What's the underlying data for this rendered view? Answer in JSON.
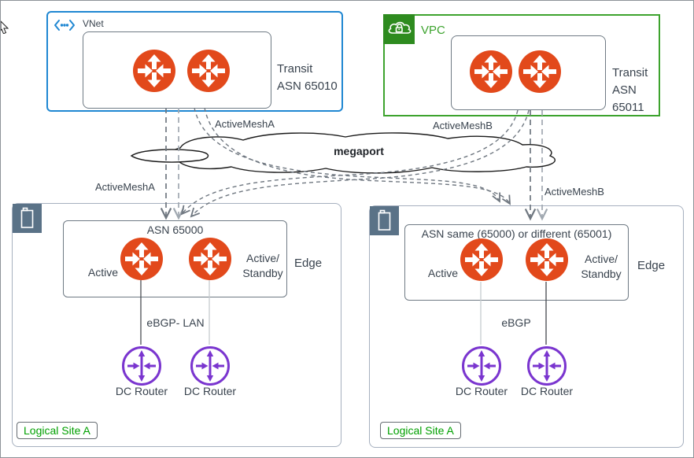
{
  "colors": {
    "text": "#39434E",
    "router_orange": "#E2491B",
    "dc_purple": "#7A35CF",
    "vnet_blue": "#1F87D2",
    "vpc_green_border": "#3DA32E",
    "vpc_green_bg": "#2E8B1F",
    "vpc_green_text": "#3DA32E",
    "site_badge_green": "#00A000",
    "building_bg": "#5A7287",
    "box_border_dark": "#6F7A84",
    "box_border_light": "#A6B0BF",
    "line_dark": "#6F7780",
    "line_light": "#A0A8B0"
  },
  "icons": {
    "vnet": "vnet-chevron-dots-icon",
    "vpc": "cloud-lock-icon",
    "building": "building-icon",
    "edge_router": "router-icon",
    "dc_router": "dc-router-icon",
    "cursor": "mouse-cursor-icon"
  },
  "vnet": {
    "label": "VNet",
    "transit1": "Transit",
    "transit2": "ASN 65010"
  },
  "vpc": {
    "label": "VPC",
    "transit1": "Transit",
    "transit2": "ASN 65011"
  },
  "cloud": {
    "label": "megaport"
  },
  "mesh": {
    "a_top": "ActiveMeshA",
    "b_top": "ActiveMeshB",
    "a_left": "ActiveMeshA",
    "b_right": "ActiveMeshB"
  },
  "sites": [
    {
      "asn": "ASN 65000",
      "active": "Active",
      "standby1": "Active/",
      "standby2": "Standby",
      "edge": "Edge",
      "ebgp": "eBGP- LAN",
      "dc1": "DC Router",
      "dc2": "DC Router",
      "badge": "Logical Site A"
    },
    {
      "asn": "ASN same (65000) or different (65001)",
      "active": "Active",
      "standby1": "Active/",
      "standby2": "Standby",
      "edge": "Edge",
      "ebgp": "eBGP",
      "dc1": "DC Router",
      "dc2": "DC Router",
      "badge": "Logical Site A"
    }
  ]
}
